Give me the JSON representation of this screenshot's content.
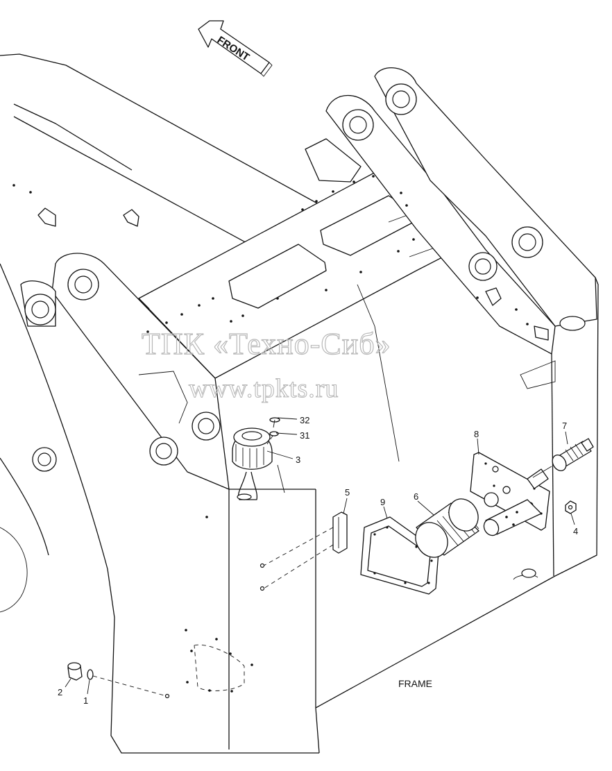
{
  "diagram": {
    "direction_arrow": {
      "label": "FRONT"
    },
    "frame_label": "FRAME",
    "watermark": {
      "line1": "ТПК «Техно-Сиб»",
      "line2": "www.tpkts.ru"
    },
    "callouts": [
      {
        "id": "c1",
        "text": "1"
      },
      {
        "id": "c2",
        "text": "2"
      },
      {
        "id": "c3",
        "text": "3"
      },
      {
        "id": "c4",
        "text": "4"
      },
      {
        "id": "c5",
        "text": "5"
      },
      {
        "id": "c6",
        "text": "6"
      },
      {
        "id": "c7",
        "text": "7"
      },
      {
        "id": "c8",
        "text": "8"
      },
      {
        "id": "c9",
        "text": "9"
      },
      {
        "id": "c31",
        "text": "31"
      },
      {
        "id": "c32",
        "text": "32"
      }
    ]
  }
}
